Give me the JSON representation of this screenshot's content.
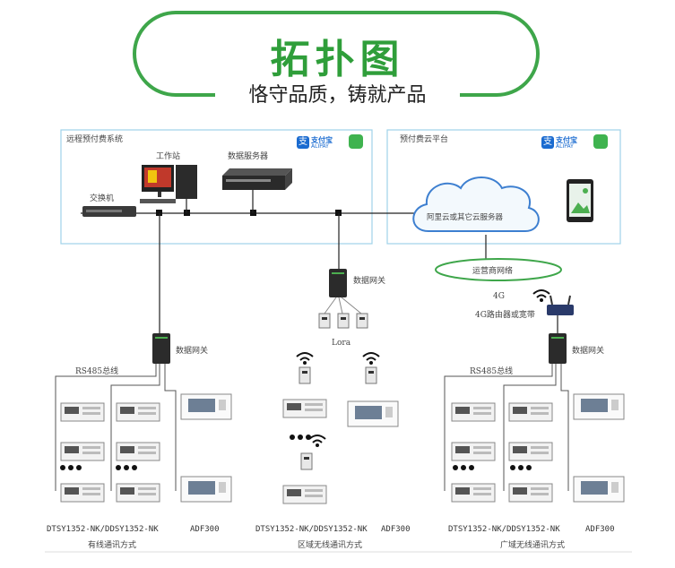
{
  "header": {
    "title": "拓扑图",
    "subtitle": "恪守品质，铸就产品"
  },
  "remote_system": {
    "title": "远程预付费系统",
    "workstation": "工作站",
    "data_server": "数据服务器",
    "switch": "交换机",
    "alipay_label": "支付宝",
    "alipay_sub": "ALIPAY"
  },
  "cloud_platform": {
    "title": "预付费云平台",
    "cloud_server": "阿里云或其它云服务器",
    "alipay_label": "支付宝",
    "alipay_sub": "ALIPAY"
  },
  "operator_network": "运营商网络",
  "wired": {
    "gateway": "数据网关",
    "bus": "RS485总线",
    "meter_label": "DTSY1352-NK/DDSY1352-NK",
    "adf_label": "ADF300",
    "mode": "有线通讯方式"
  },
  "regional": {
    "gateway": "数据网关",
    "lora": "Lora",
    "meter_label": "DTSY1352-NK/DDSY1352-NK",
    "adf_label": "ADF300",
    "mode": "区域无线通讯方式"
  },
  "wide": {
    "label_4g": "4G",
    "router": "4G路由器或宽带",
    "gateway": "数据网关",
    "bus": "RS485总线",
    "meter_label": "DTSY1352-NK/DDSY1352-NK",
    "adf_label": "ADF300",
    "mode": "广域无线通讯方式"
  }
}
